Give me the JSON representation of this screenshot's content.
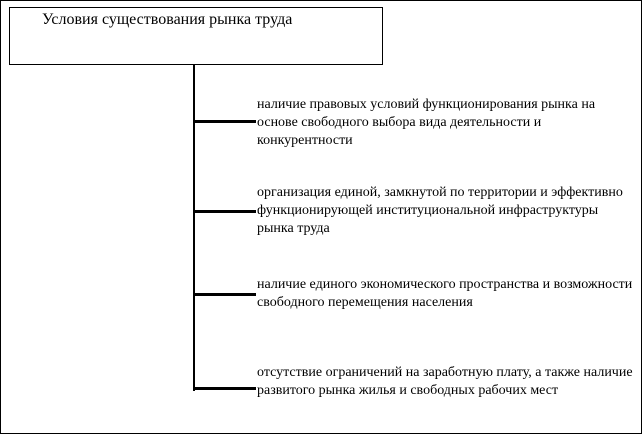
{
  "diagram": {
    "title": "Условия существования рынка труда",
    "branches": [
      {
        "text": "наличие правовых условий функционирования рынка на основе свободного выбора вида деятельности и конкурентности"
      },
      {
        "text": "организация единой, замкнутой по территории и эффективно функционирующей институциональной инфраструктуры рынка труда"
      },
      {
        "text": "наличие единого экономического пространства и возможности свободного перемещения населения"
      },
      {
        "text": "отсутствие ограничений на заработную плату, а также наличие развитого рынка жилья и свободных рабочих мест"
      }
    ],
    "colors": {
      "line": "#000000",
      "background": "#ffffff",
      "text": "#000000"
    }
  }
}
